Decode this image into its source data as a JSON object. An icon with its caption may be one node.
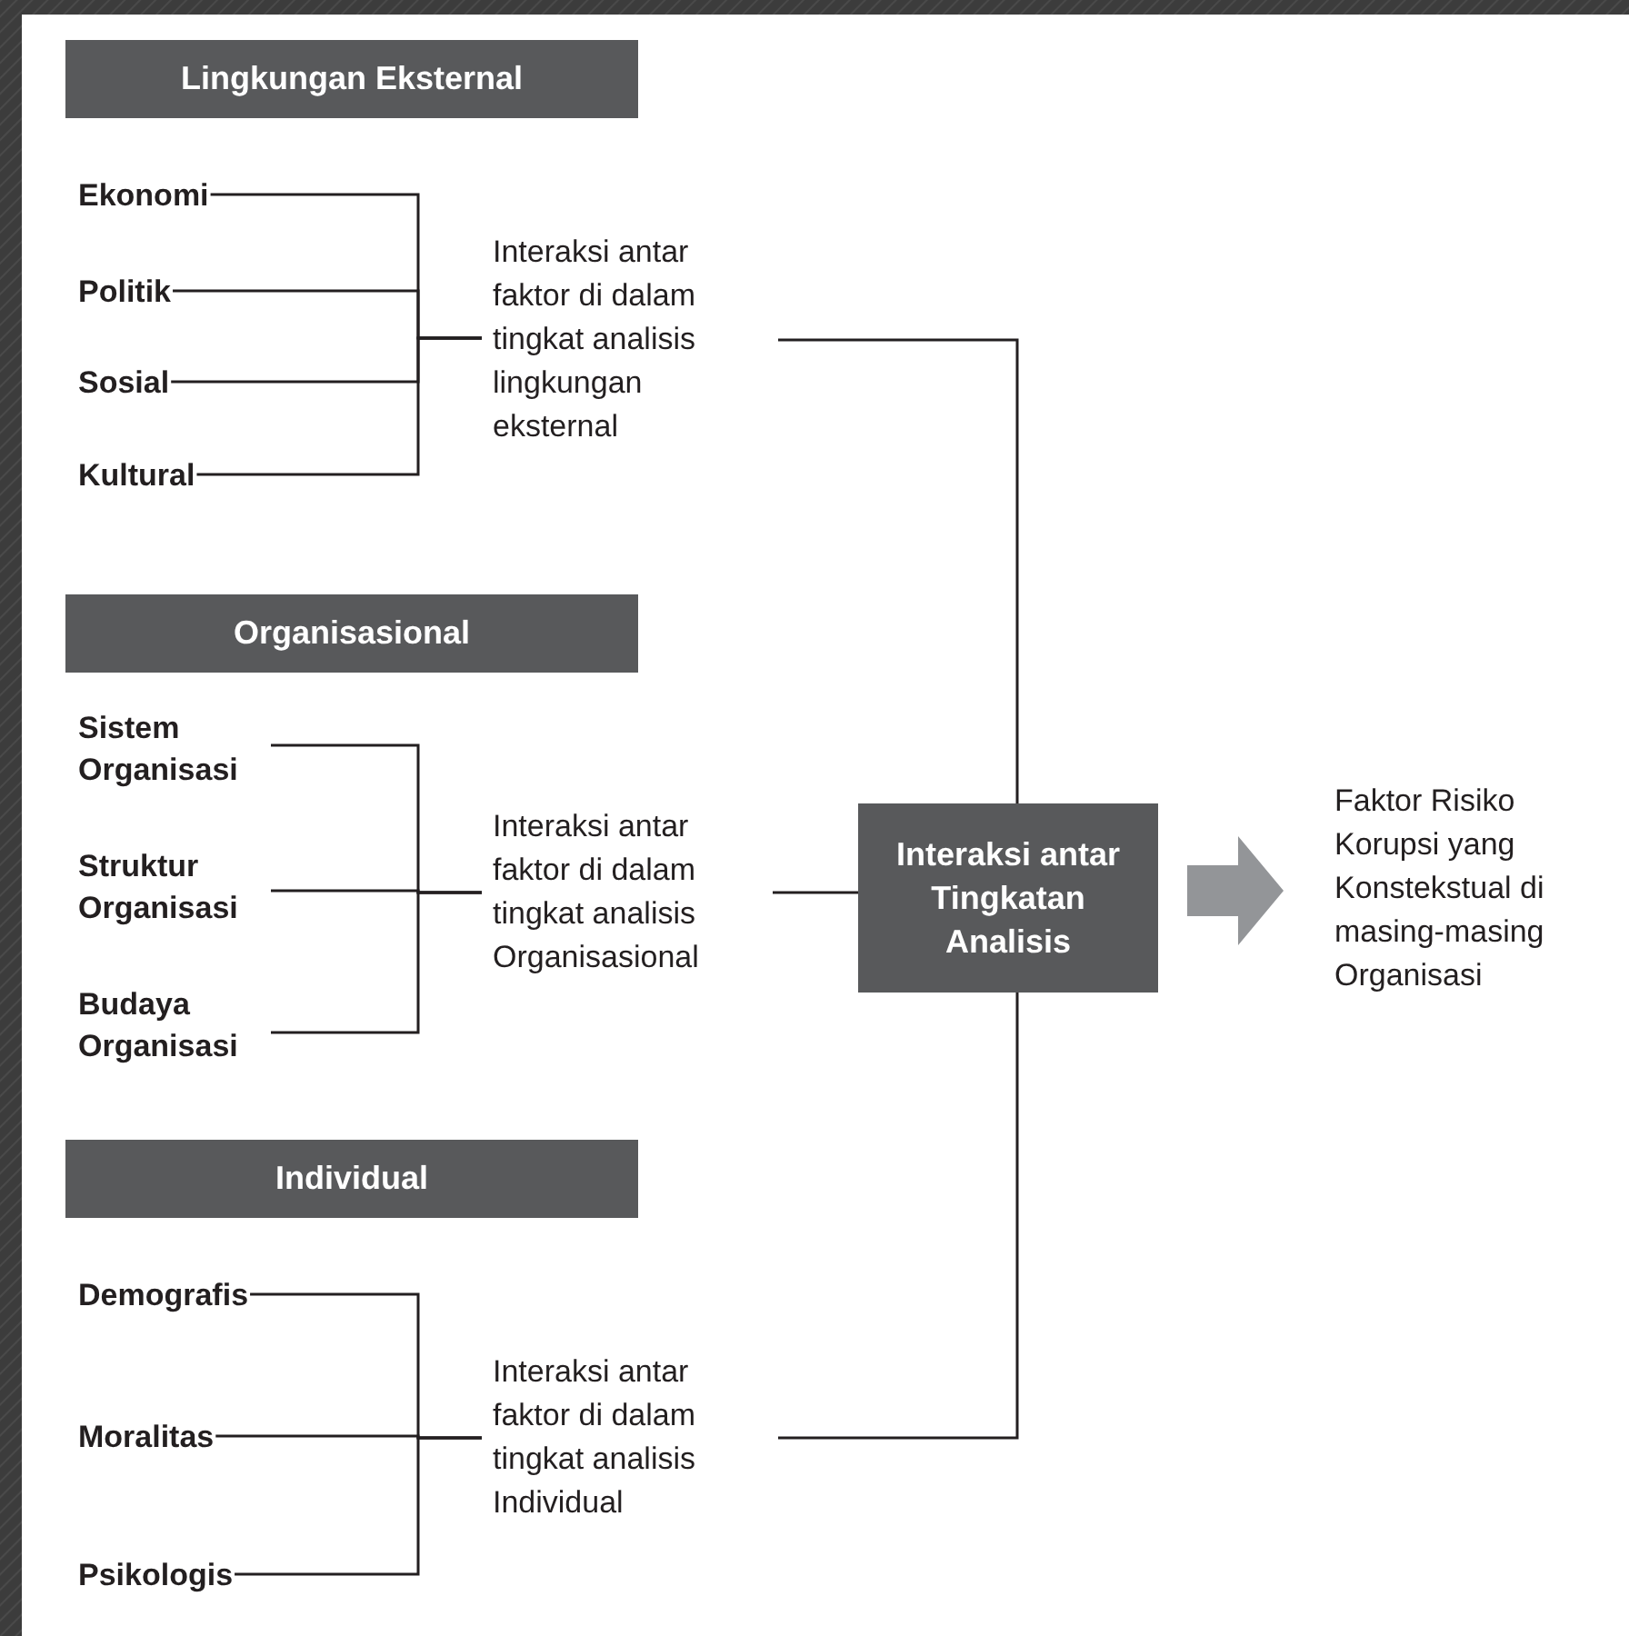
{
  "diagram": {
    "nodes": [
      {
        "text": [
          "Lingkungan Eksternal"
        ]
      },
      {
        "text": [
          "Ekonomi"
        ]
      },
      {
        "text": [
          "Politik"
        ]
      },
      {
        "text": [
          "Sosial"
        ]
      },
      {
        "text": [
          "Kultural"
        ]
      },
      {
        "text": [
          "Interaksi antar faktor di dalam tingkat analisis lingkungan eksternal"
        ]
      },
      {
        "text": [
          "Organisasional"
        ]
      },
      {
        "text": [
          "Sistem Organisasi"
        ]
      },
      {
        "text": [
          "Struktur Organisasi"
        ]
      },
      {
        "text": [
          "Budaya Organisasi"
        ]
      },
      {
        "text": [
          "Interaksi antar faktor di dalam tingkat analisis Organisasional"
        ]
      },
      {
        "text": [
          "Individual"
        ]
      },
      {
        "text": [
          "Demografis"
        ]
      },
      {
        "text": [
          "Moralitas"
        ]
      },
      {
        "text": [
          "Psikologis"
        ]
      },
      {
        "text": [
          "Interaksi antar faktor di dalam tingkat analisis Individual"
        ]
      },
      {
        "text": [
          "Interaksi antar Tingkatan Analisis"
        ]
      },
      {
        "text": [
          "Faktor Risiko Korupsi yang Konstekstual di masing-masing Organisasi"
        ]
      }
    ],
    "edges": [
      {
        "from": 1,
        "to": 5,
        "arrow": "none"
      },
      {
        "from": 2,
        "to": 5,
        "arrow": "none"
      },
      {
        "from": 3,
        "to": 5,
        "arrow": "none"
      },
      {
        "from": 4,
        "to": 5,
        "arrow": "none"
      },
      {
        "from": 7,
        "to": 10,
        "arrow": "none"
      },
      {
        "from": 8,
        "to": 10,
        "arrow": "none"
      },
      {
        "from": 9,
        "to": 10,
        "arrow": "none"
      },
      {
        "from": 12,
        "to": 15,
        "arrow": "none"
      },
      {
        "from": 13,
        "to": 15,
        "arrow": "none"
      },
      {
        "from": 14,
        "to": 15,
        "arrow": "none"
      },
      {
        "from": 5,
        "to": 16,
        "arrow": "none"
      },
      {
        "from": 10,
        "to": 16,
        "arrow": "none"
      },
      {
        "from": 15,
        "to": 16,
        "arrow": "none"
      },
      {
        "from": 16,
        "to": 17,
        "arrow": "to",
        "style": "thick",
        "color": "#939598"
      }
    ]
  }
}
